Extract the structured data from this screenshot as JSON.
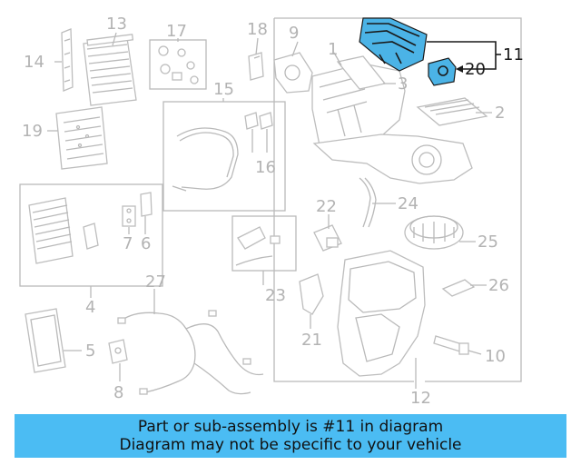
{
  "diagram": {
    "callouts": [
      {
        "id": "c1",
        "text": "1"
      },
      {
        "id": "c2",
        "text": "2"
      },
      {
        "id": "c3",
        "text": "3"
      },
      {
        "id": "c4",
        "text": "4"
      },
      {
        "id": "c5",
        "text": "5"
      },
      {
        "id": "c6",
        "text": "6"
      },
      {
        "id": "c7",
        "text": "7"
      },
      {
        "id": "c8",
        "text": "8"
      },
      {
        "id": "c9",
        "text": "9"
      },
      {
        "id": "c10",
        "text": "10"
      },
      {
        "id": "c11",
        "text": "11"
      },
      {
        "id": "c12",
        "text": "12"
      },
      {
        "id": "c13",
        "text": "13"
      },
      {
        "id": "c14",
        "text": "14"
      },
      {
        "id": "c15",
        "text": "15"
      },
      {
        "id": "c16",
        "text": "16"
      },
      {
        "id": "c17",
        "text": "17"
      },
      {
        "id": "c18",
        "text": "18"
      },
      {
        "id": "c19",
        "text": "19"
      },
      {
        "id": "c20",
        "text": "20"
      },
      {
        "id": "c22",
        "text": "22"
      },
      {
        "id": "c21",
        "text": "21"
      },
      {
        "id": "c23",
        "text": "23"
      },
      {
        "id": "c24",
        "text": "24"
      },
      {
        "id": "c25",
        "text": "25"
      },
      {
        "id": "c26",
        "text": "26"
      },
      {
        "id": "c27",
        "text": "27"
      }
    ],
    "highlighted_part": "11",
    "highlight_color": "#4bb3e6",
    "line_color": "#b9b9b9"
  },
  "banner": {
    "line1": "Part or sub-assembly is #11 in diagram",
    "line2": "Diagram may not be specific to your vehicle",
    "color": "#4bbcf3"
  }
}
